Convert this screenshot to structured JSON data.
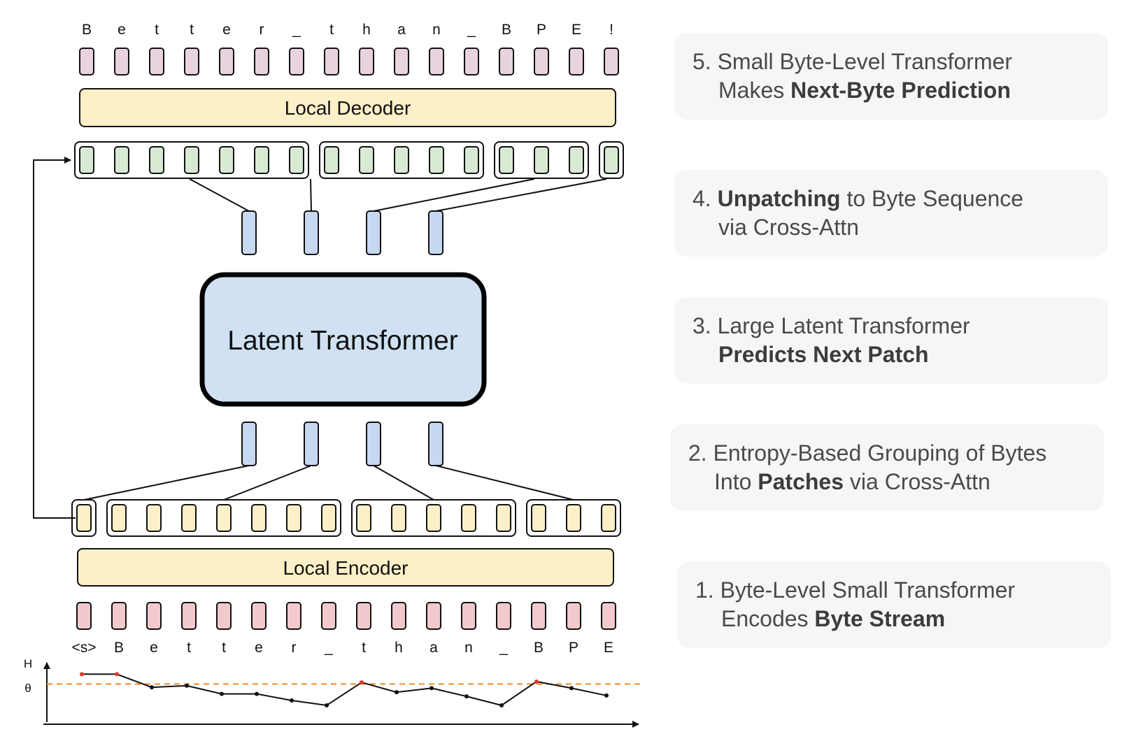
{
  "output_chars": [
    "B",
    "e",
    "t",
    "t",
    "e",
    "r",
    "_",
    "t",
    "h",
    "a",
    "n",
    "_",
    "B",
    "P",
    "E",
    "!"
  ],
  "input_chars": [
    "<s>",
    "B",
    "e",
    "t",
    "t",
    "e",
    "r",
    "_",
    "t",
    "h",
    "a",
    "n",
    "_",
    "B",
    "P",
    "E"
  ],
  "blocks": {
    "local_decoder": "Local Decoder",
    "local_encoder": "Local Encoder",
    "latent_transformer": "Latent Transformer"
  },
  "entropy_plot": {
    "y_label": "H",
    "threshold_label": "θ",
    "entropy_values": [
      3.6,
      3.6,
      2.0,
      2.2,
      1.2,
      1.2,
      0.4,
      -0.2,
      2.6,
      1.4,
      1.9,
      0.9,
      -0.2,
      2.7,
      1.9,
      1.0
    ],
    "threshold": 2.4,
    "y_range": [
      -2.5,
      5.0
    ],
    "colors": {
      "line": "#111111",
      "threshold": "#f08a2a",
      "peak": "#e03a2a"
    }
  },
  "patches": {
    "encoder": [
      1,
      7,
      5,
      3
    ],
    "decoder": [
      7,
      5,
      3,
      1
    ]
  },
  "colors": {
    "byte_output": "#e8d3de",
    "byte_input": "#f2c9cc",
    "decoder_hidden": "#d8ead3",
    "encoder_hidden": "#fdf0c8",
    "latent_patch": "#c7d8f1",
    "local_block": "#fdf0c8",
    "latent_block": "#cfe1f3"
  },
  "steps": [
    {
      "number": "5.",
      "line1": "Small Byte-Level Transformer",
      "line2_pre": "Makes ",
      "line2_bold": "Next-Byte Prediction",
      "line2_post": ""
    },
    {
      "number": "4.",
      "line1_bold": "Unpatching",
      "line1_post": " to Byte Sequence",
      "line2": "via Cross-Attn"
    },
    {
      "number": "3.",
      "line1": "Large Latent Transformer",
      "line2_bold": "Predicts Next Patch"
    },
    {
      "number": "2.",
      "line1": "Entropy-Based Grouping of Bytes",
      "line2_pre": "Into ",
      "line2_bold": "Patches",
      "line2_post": " via Cross-Attn"
    },
    {
      "number": "1.",
      "line1": "Byte-Level Small Transformer",
      "line2_pre": "Encodes ",
      "line2_bold": "Byte Stream",
      "line2_post": ""
    }
  ]
}
